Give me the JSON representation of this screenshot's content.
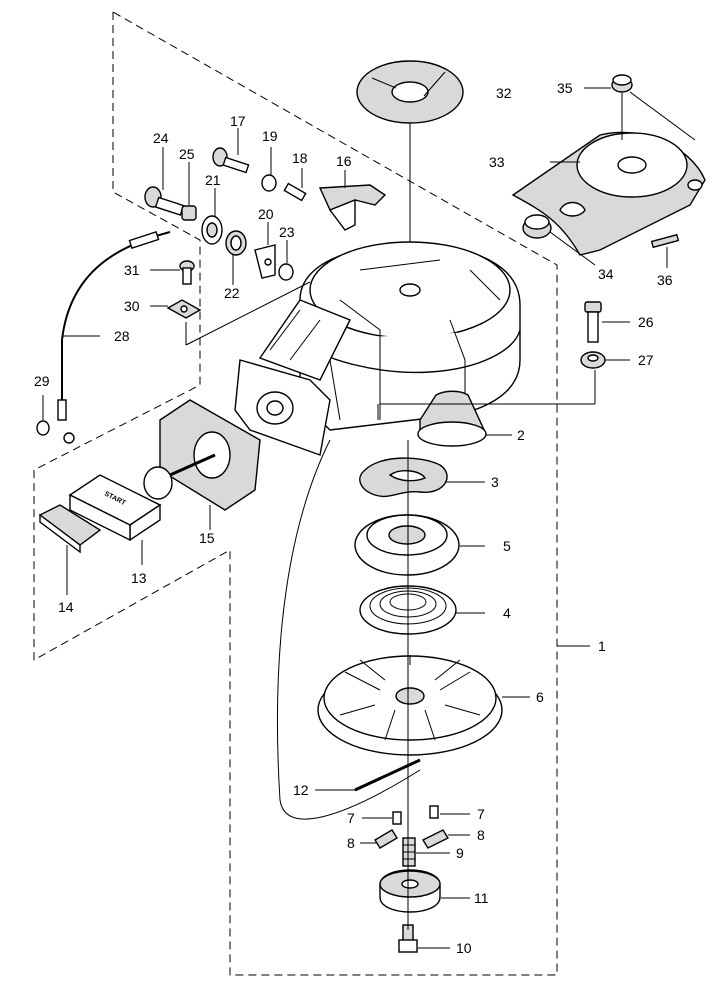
{
  "callouts": {
    "c1": "1",
    "c2": "2",
    "c3": "3",
    "c4": "4",
    "c5": "5",
    "c6": "6",
    "c7a": "7",
    "c7b": "7",
    "c8a": "8",
    "c8b": "8",
    "c9": "9",
    "c10": "10",
    "c11": "11",
    "c12": "12",
    "c13": "13",
    "c14": "14",
    "c15": "15",
    "c16": "16",
    "c17": "17",
    "c18": "18",
    "c19": "19",
    "c20": "20",
    "c21": "21",
    "c22": "22",
    "c23": "23",
    "c24": "24",
    "c25": "25",
    "c26": "26",
    "c27": "27",
    "c28": "28",
    "c29": "29",
    "c30": "30",
    "c31": "31",
    "c32": "32",
    "c33": "33",
    "c34": "34",
    "c35": "35",
    "c36": "36"
  },
  "handle_text": "START"
}
